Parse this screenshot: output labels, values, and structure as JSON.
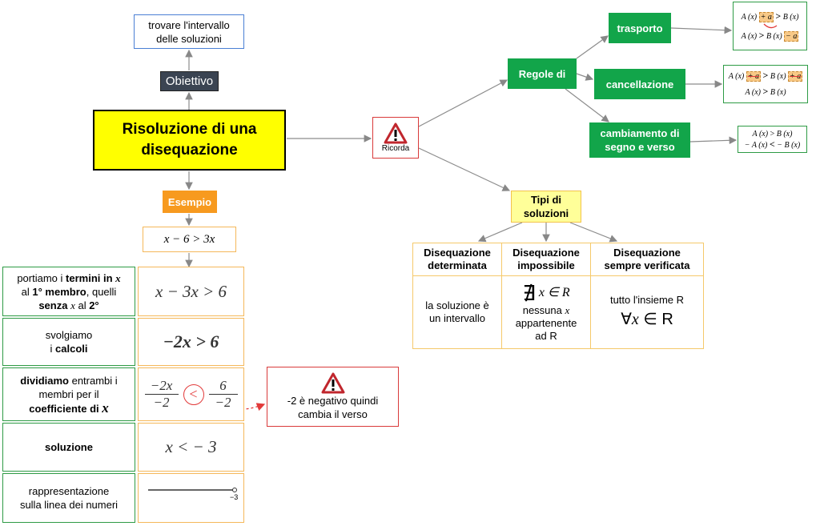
{
  "goal": {
    "line1": "trovare l'intervallo",
    "line2": "delle soluzioni"
  },
  "objective_label": "Obiettivo",
  "main_title": {
    "line1": "Risoluzione di una",
    "line2": "disequazione"
  },
  "example_label": "Esempio",
  "example_expression": "x − 6 > 3x",
  "steps": [
    {
      "label_parts": [
        "portiamo i ",
        "termini in ",
        "x",
        " al ",
        "1° membro",
        ", quelli ",
        "senza ",
        "x",
        " al ",
        "2°"
      ],
      "math": "x − 3x > 6"
    },
    {
      "label_parts": [
        "svolgiamo",
        "i ",
        "calcoli"
      ],
      "math": "−2x > 6"
    },
    {
      "label_parts": [
        "dividiamo",
        " entrambi i membri per il ",
        "coefficiente  di ",
        "x"
      ],
      "math": {
        "num_left": "−2x",
        "den_left": "−2",
        "num_right": "6",
        "den_right": "−2"
      }
    },
    {
      "label_parts": [
        "soluzione"
      ],
      "math": "x < − 3"
    },
    {
      "label_parts": [
        "rappresentazione",
        "sulla linea dei numeri"
      ],
      "numline_tick": "−3"
    }
  ],
  "warning": {
    "line1": "-2 è negativo quindi",
    "line2": "cambia il verso"
  },
  "ricorda_label": "Ricorda",
  "rules": {
    "title": "Regole di",
    "trasporto": "trasporto",
    "cancellazione": "cancellazione",
    "cambiamento": {
      "line1": "cambiamento  di",
      "line2": "segno e verso"
    },
    "trasporto_formula": {
      "row1": [
        "A (x)",
        "+ a",
        ">",
        "B (x)"
      ],
      "row2": [
        "A (x)",
        ">",
        "B (x)",
        "− a"
      ]
    },
    "cancellazione_formula": {
      "row1": [
        "A (x)",
        "+ a",
        ">",
        "B (x)",
        "+ a"
      ],
      "row2": [
        "A (x)",
        ">",
        "B (x)"
      ]
    },
    "cambiamento_formula": {
      "row1": [
        "A (x)",
        ">",
        "B (x)"
      ],
      "row2": [
        "− A (x)",
        "<",
        "− B (x)"
      ]
    }
  },
  "types": {
    "title": {
      "line1": "Tipi di",
      "line2": "soluzioni"
    },
    "determinata": {
      "head": {
        "line1": "Disequazione",
        "line2": "determinata"
      },
      "body": {
        "line1": "la soluzione è",
        "line2": "un intervallo"
      }
    },
    "impossibile": {
      "head": {
        "line1": "Disequazione",
        "line2": "impossibile"
      },
      "symbol": "∄",
      "set_expr": "x ∈ R",
      "body": {
        "line1": "nessuna ",
        "var": "x",
        "line2": "appartenente",
        "line3": "ad R"
      }
    },
    "sempre": {
      "head": {
        "line1": "Disequazione",
        "line2": "sempre  verificata"
      },
      "body": {
        "line1": "tutto l'insieme R",
        "forall": "∀",
        "var": "x",
        "set": " ∈ R"
      }
    }
  },
  "colors": {
    "main_yellow": "#ffff00",
    "rule_green": "#12a54a",
    "example_orange": "#f79a1f",
    "warning_red": "#d93a3a",
    "types_yellow": "#ffff99"
  }
}
